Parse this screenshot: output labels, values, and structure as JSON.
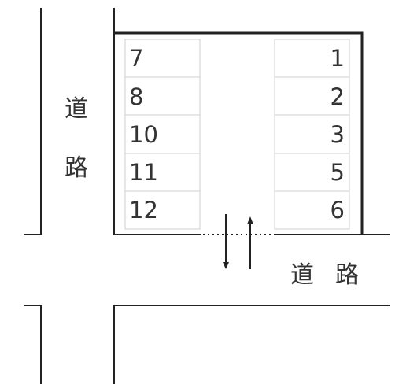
{
  "road_label_left_top": "道",
  "road_label_left_bottom": "路",
  "road_label_bottom_first": "道",
  "road_label_bottom_second": "路",
  "left_spaces": [
    "7",
    "8",
    "10",
    "11",
    "12"
  ],
  "right_spaces": [
    "1",
    "2",
    "3",
    "5",
    "6"
  ],
  "colors": {
    "line": "#222222",
    "cell_border": "#cfcfcf",
    "text": "#333333",
    "background": "#ffffff"
  }
}
